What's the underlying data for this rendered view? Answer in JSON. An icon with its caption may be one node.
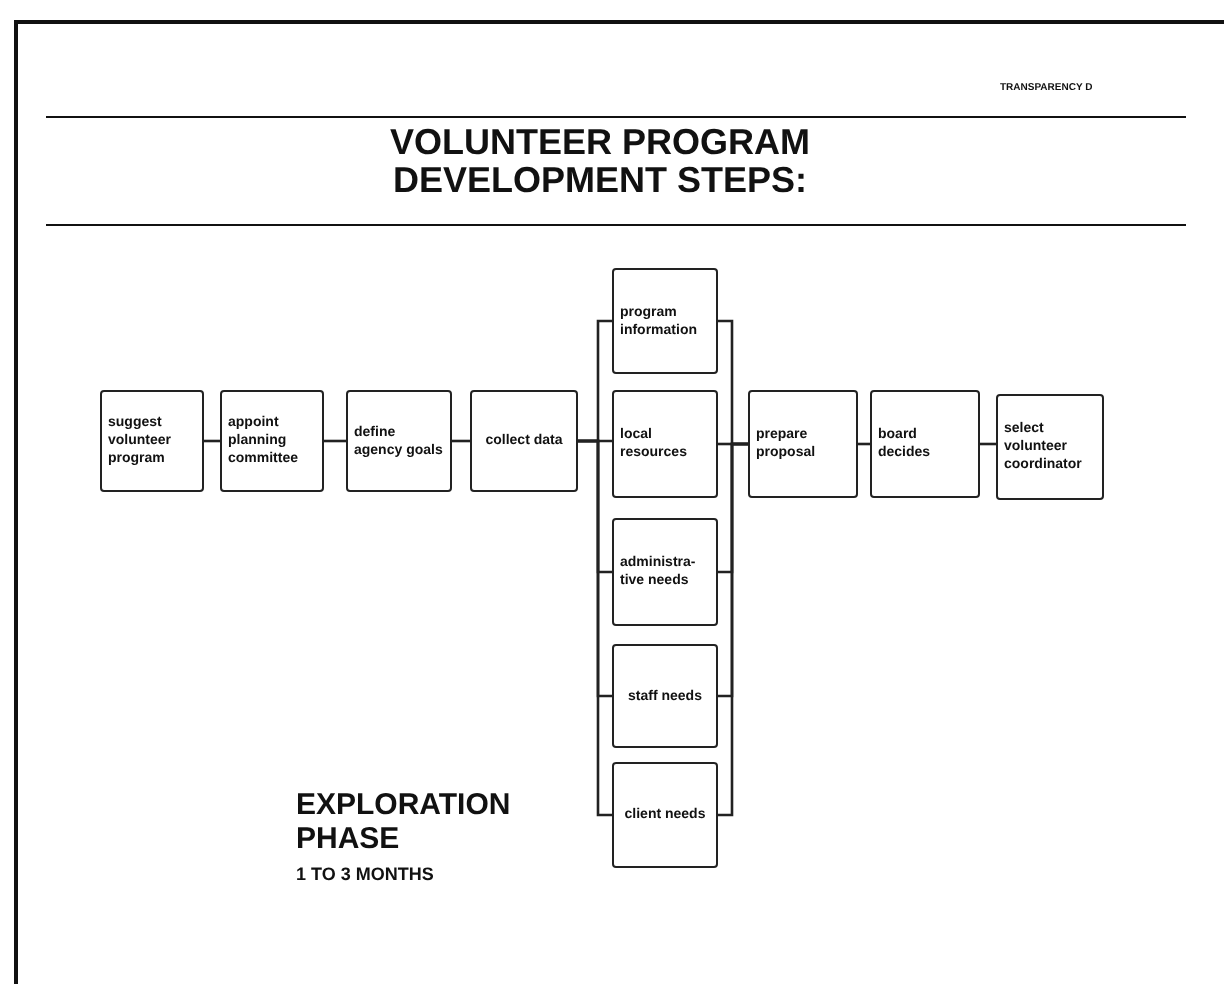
{
  "diagram": {
    "title": "VOLUNTEER PROGRAM DEVELOPMENT STEPS:",
    "nodes": [
      {
        "text": [
          "suggest volunteer program"
        ]
      },
      {
        "text": [
          "appoint planning committee"
        ]
      },
      {
        "text": [
          "define agency goals"
        ]
      },
      {
        "text": [
          "collect data"
        ]
      },
      {
        "text": [
          "program information"
        ]
      },
      {
        "text": [
          "local resources"
        ]
      },
      {
        "text": [
          "administra- tive needs"
        ]
      },
      {
        "text": [
          "staff needs"
        ]
      },
      {
        "text": [
          "client needs"
        ]
      },
      {
        "text": [
          "prepare proposal"
        ]
      },
      {
        "text": [
          "board decides"
        ]
      },
      {
        "text": [
          "select volunteer coordinator"
        ]
      }
    ],
    "edges": [
      {
        "from": 0,
        "to": 1,
        "arrow": "none"
      },
      {
        "from": 1,
        "to": 2,
        "arrow": "none"
      },
      {
        "from": 2,
        "to": 3,
        "arrow": "none"
      },
      {
        "from": 3,
        "to": 4,
        "arrow": "none"
      },
      {
        "from": 3,
        "to": 5,
        "arrow": "none"
      },
      {
        "from": 3,
        "to": 6,
        "arrow": "none"
      },
      {
        "from": 3,
        "to": 7,
        "arrow": "none"
      },
      {
        "from": 3,
        "to": 8,
        "arrow": "none"
      },
      {
        "from": 4,
        "to": 9,
        "arrow": "none"
      },
      {
        "from": 5,
        "to": 9,
        "arrow": "none"
      },
      {
        "from": 6,
        "to": 9,
        "arrow": "none"
      },
      {
        "from": 7,
        "to": 9,
        "arrow": "none"
      },
      {
        "from": 8,
        "to": 9,
        "arrow": "none"
      },
      {
        "from": 9,
        "to": 10,
        "arrow": "none"
      },
      {
        "from": 10,
        "to": 11,
        "arrow": "none"
      }
    ],
    "labels": [
      "TRANSPARENCY D",
      "EXPLORATION PHASE",
      "1 TO 3 MONTHS"
    ]
  }
}
